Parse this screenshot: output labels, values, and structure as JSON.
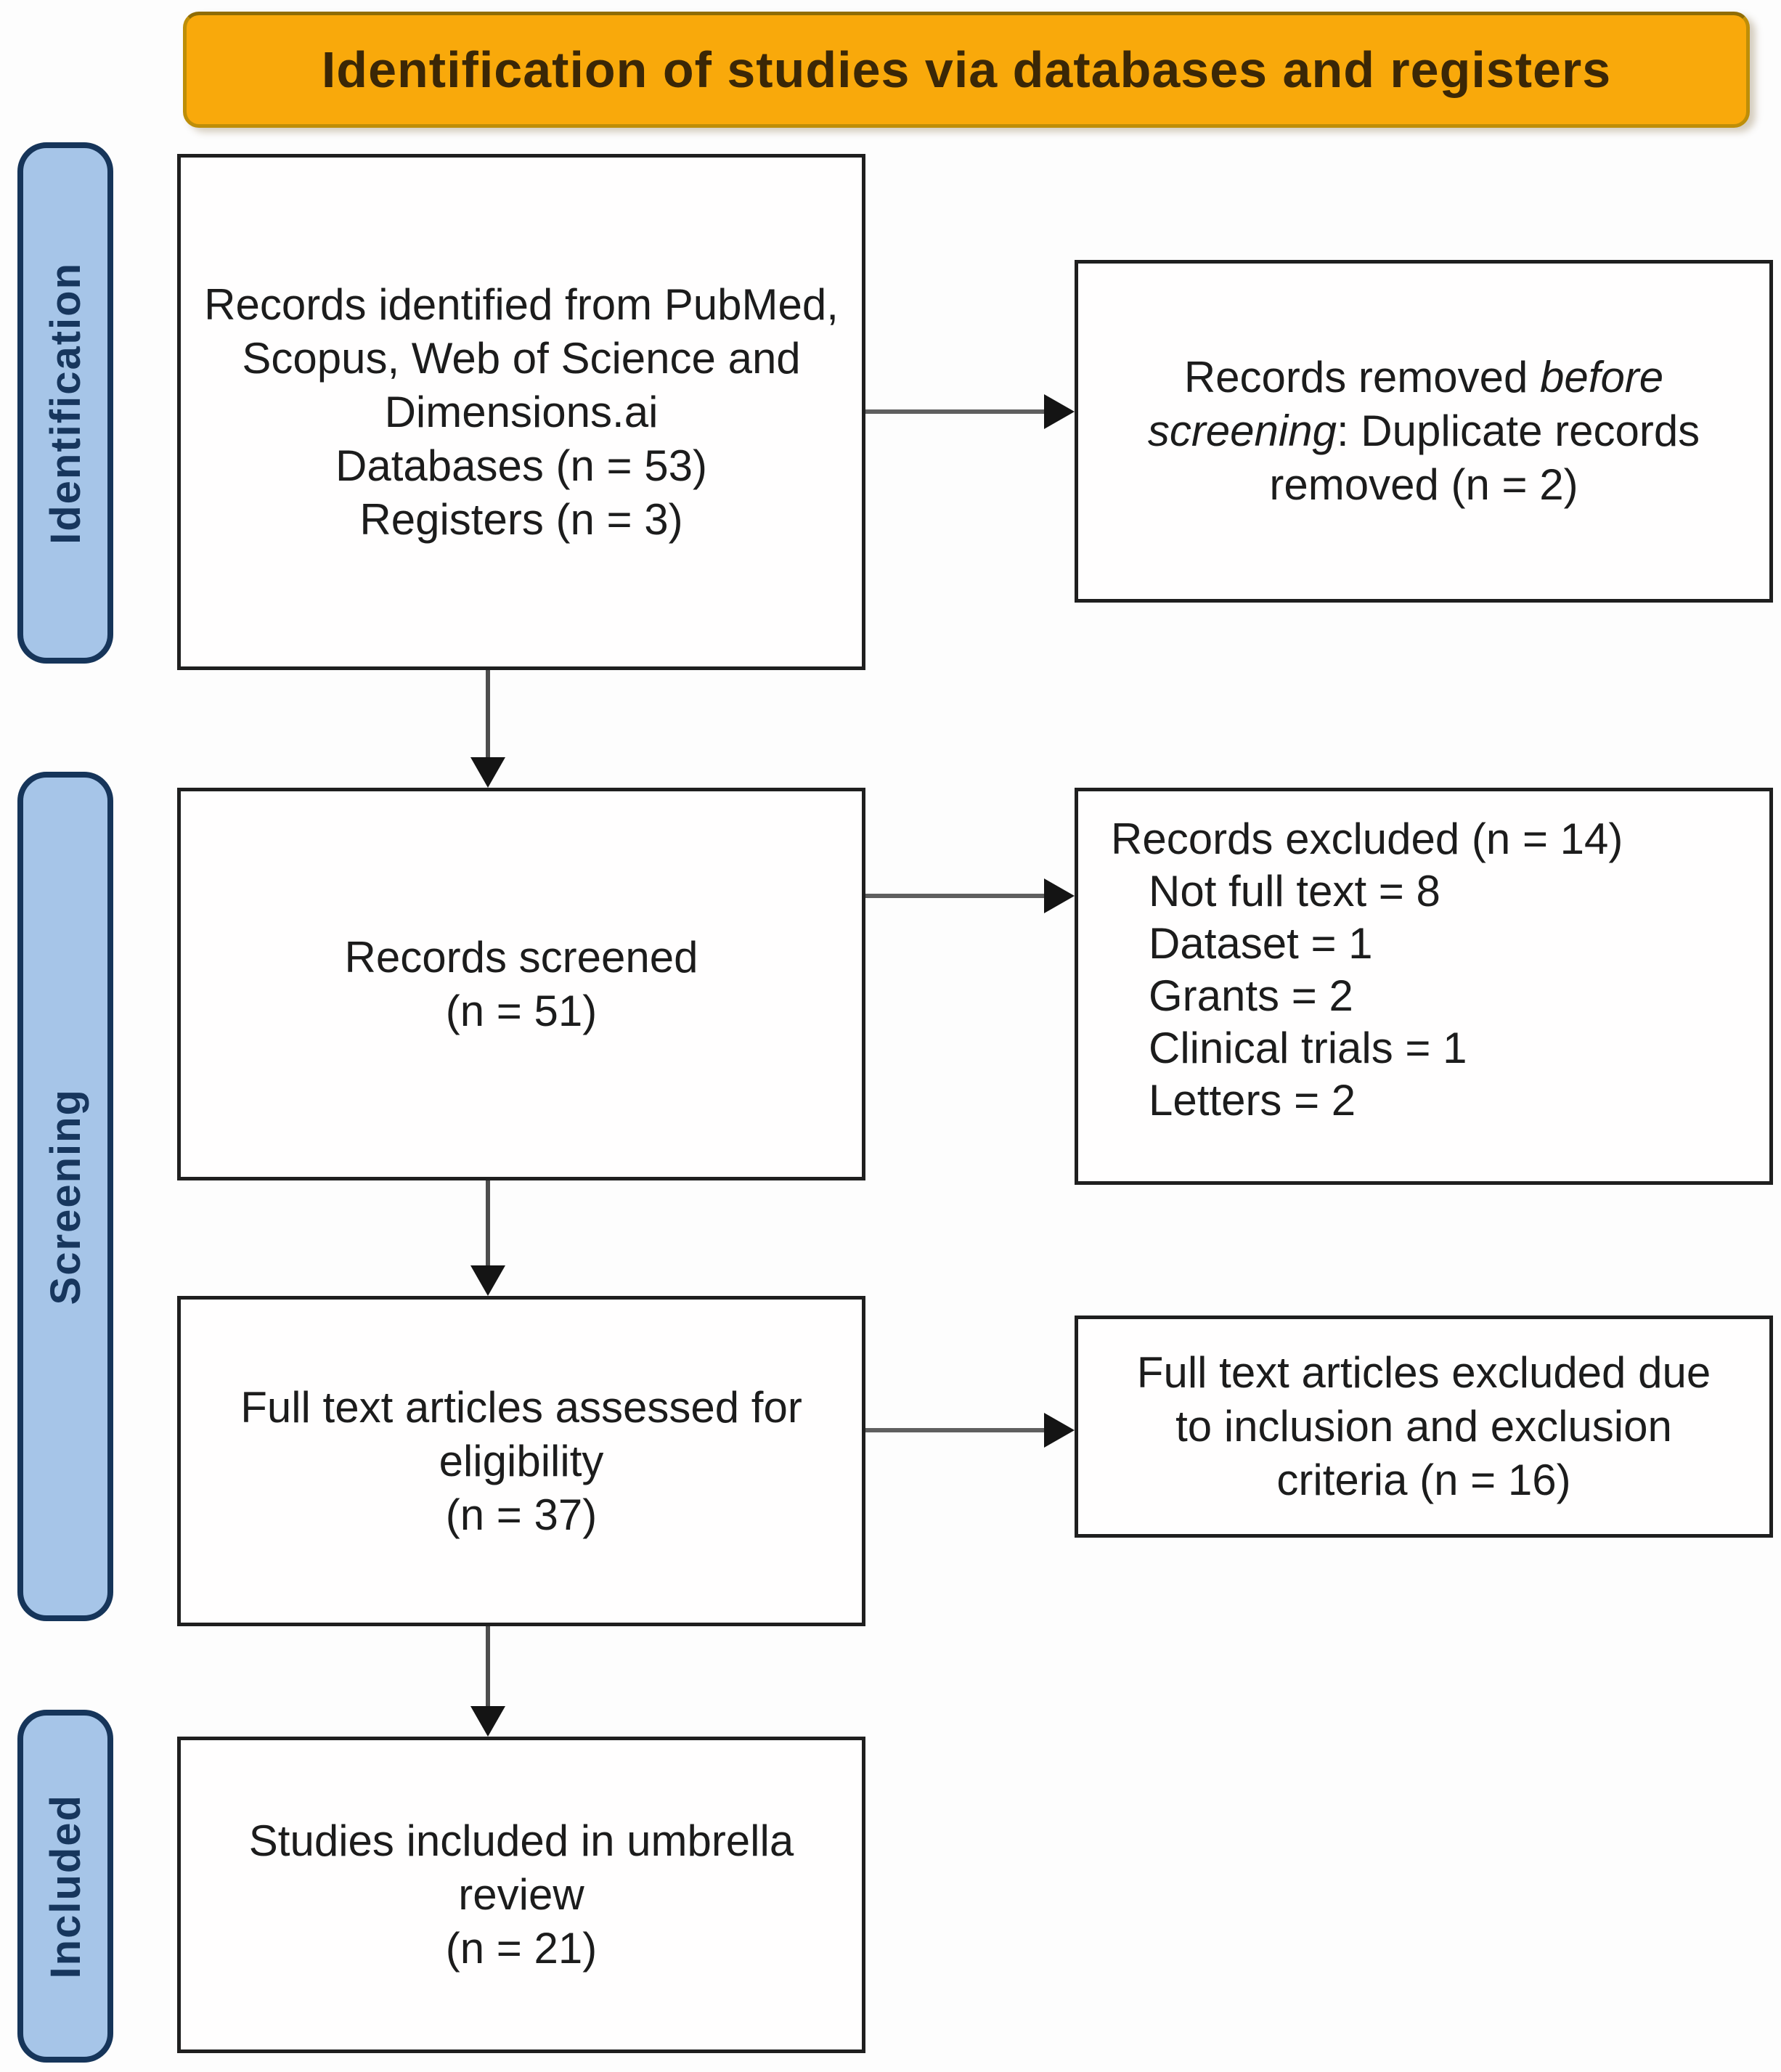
{
  "banner": {
    "label": "Identification of studies via databases and registers"
  },
  "stage_labels": [
    {
      "label": "Identification"
    },
    {
      "label": "Screening"
    },
    {
      "label": "Included"
    }
  ],
  "boxes": {
    "identified": {
      "lines": [
        "Records identified from PubMed,",
        "Scopus, Web of Science and",
        "Dimensions.ai",
        "Databases (n = 53)",
        "Registers (n = 3)"
      ]
    },
    "removed": {
      "line1_normal": "Records removed ",
      "line1_italic": "before",
      "line2_italic": "screening",
      "line2_normal": ": Duplicate records",
      "line3": "removed (n = 2)"
    },
    "screened": {
      "lines": [
        "Records screened",
        "(n = 51)"
      ]
    },
    "excluded": {
      "title": "Records excluded (n = 14)",
      "items": [
        "Not full text = 8",
        "Dataset = 1",
        "Grants = 2",
        "Clinical trials = 1",
        "Letters = 2"
      ]
    },
    "fulltext": {
      "lines": [
        "Full text articles assessed for",
        "eligibility",
        "(n = 37)"
      ]
    },
    "fulltext_excluded": {
      "lines": [
        "Full text articles excluded due",
        "to inclusion and exclusion",
        "criteria (n = 16)"
      ]
    },
    "included": {
      "lines": [
        "Studies included in umbrella",
        "review",
        "(n = 21)"
      ]
    }
  },
  "colors": {
    "banner_fill": "#F9A90B",
    "banner_border": "#BE8E08",
    "banner_text": "#3B2706",
    "stage_fill": "#A6C5E8",
    "stage_border": "#16355A",
    "stage_text": "#17365D",
    "box_border": "#1F1F1F",
    "box_fill": "#FFFEFE",
    "arrow_line": "#5F5F5F",
    "arrow_head": "#141414"
  }
}
